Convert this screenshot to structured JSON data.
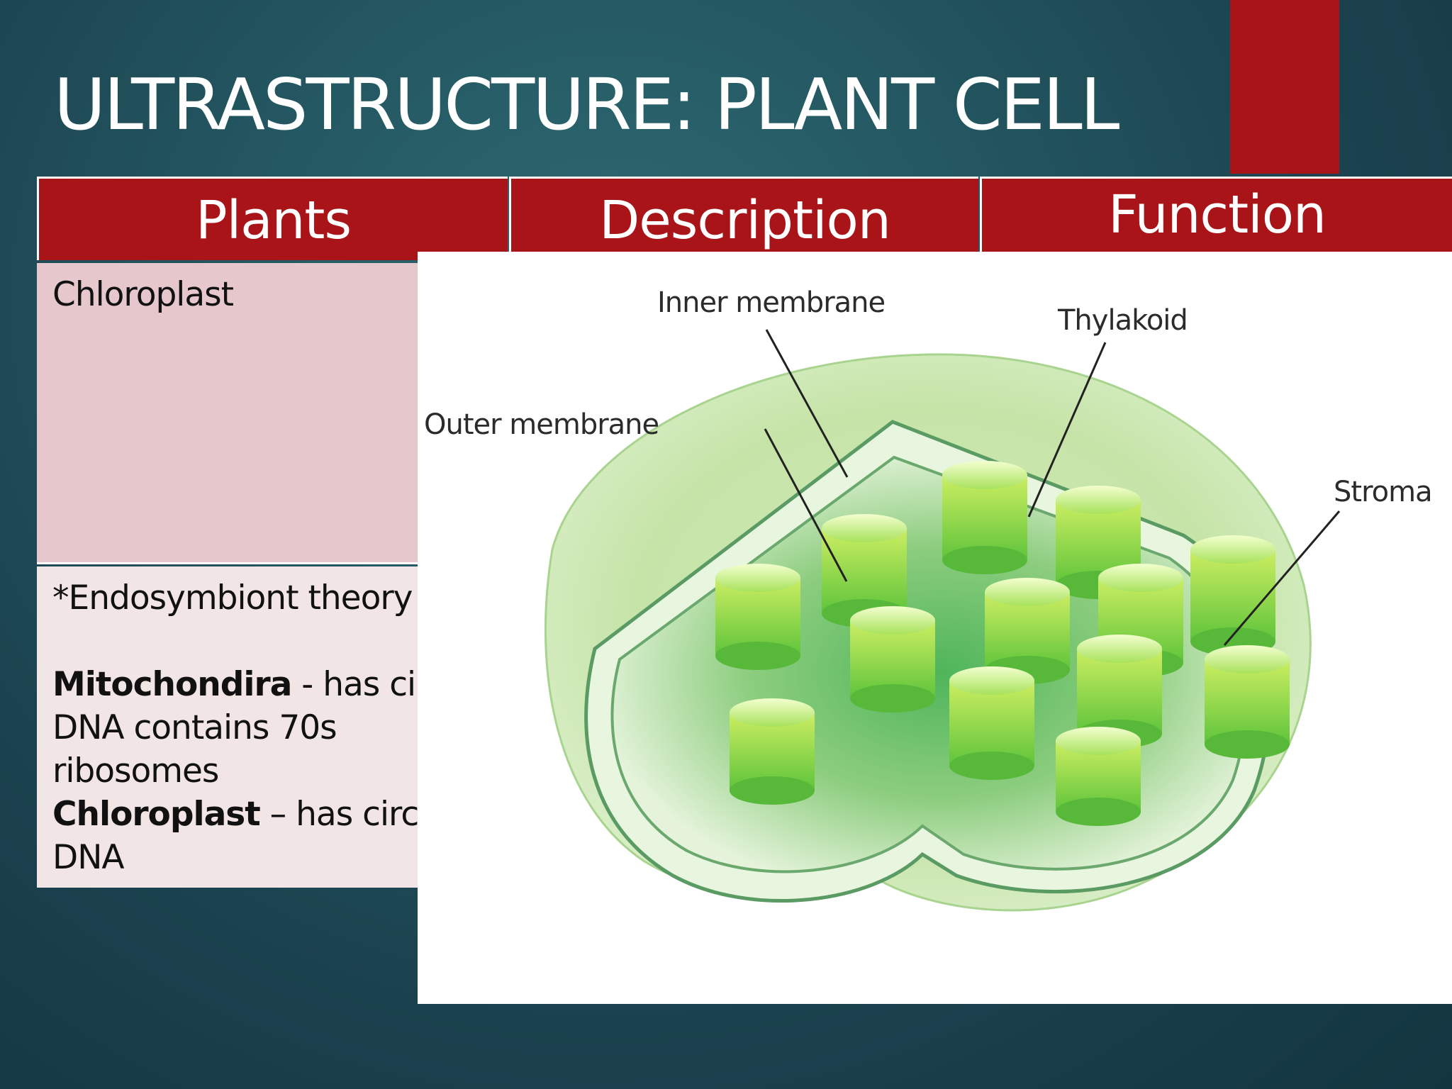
{
  "slide": {
    "title": "ULTRASTRUCTURE: PLANT CELL",
    "colors": {
      "accent": "#a81417",
      "background": "#1f4b55",
      "row1": "#e6c8cc",
      "row2": "#f1e5e6"
    }
  },
  "table": {
    "headers": [
      "Plants",
      "Description",
      "Function"
    ],
    "rows": [
      {
        "plants": "Chloroplast"
      },
      {
        "theory": "*Endosymbiont theory",
        "mito_term": "Mitochondira",
        "mito_text": " - has circ",
        "mito_line2": "DNA contains 70s",
        "mito_line3": "ribosomes",
        "chloro_term": "Chloroplast",
        "chloro_text": " – has circul",
        "chloro_line2": "DNA"
      }
    ]
  },
  "diagram": {
    "labels": {
      "inner_membrane": "Inner membrane",
      "thylakoid": "Thylakoid",
      "outer_membrane": "Outer membrane",
      "stroma": "Stroma"
    }
  }
}
